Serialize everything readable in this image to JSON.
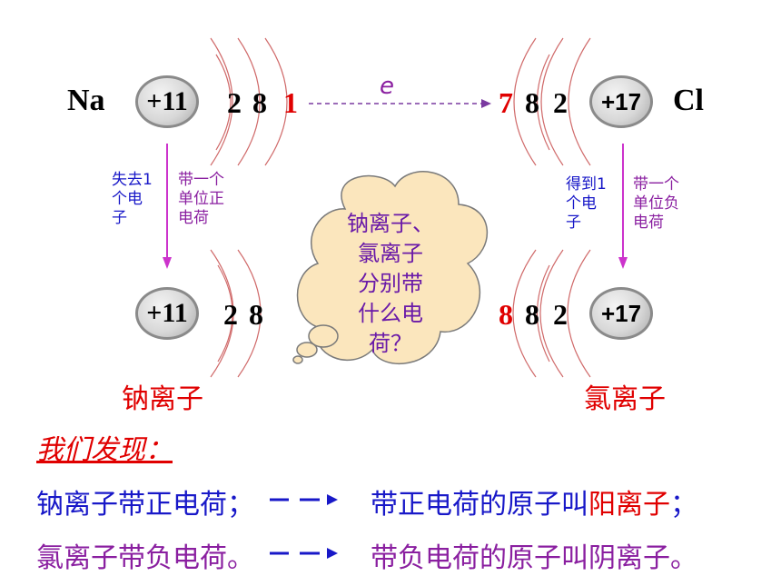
{
  "top": {
    "na_symbol": "Na",
    "na_nucleus": "+11",
    "na_shells": [
      "2",
      "8",
      "1"
    ],
    "electron_label": "e",
    "cl_shells": [
      "7",
      "8",
      "2"
    ],
    "cl_nucleus": "+17",
    "cl_symbol": "Cl"
  },
  "left_notes": {
    "lose": [
      "失去1",
      "个电",
      "子"
    ],
    "charge": [
      "带一个",
      "单位正",
      "电荷"
    ]
  },
  "right_notes": {
    "gain": [
      "得到1",
      "个电",
      "子"
    ],
    "charge": [
      "带一个",
      "单位负",
      "电荷"
    ]
  },
  "bottom": {
    "na_ion_nucleus": "+11",
    "na_ion_shells": [
      "2",
      "8"
    ],
    "cl_ion_shells": [
      "8",
      "8",
      "2"
    ],
    "cl_ion_nucleus": "+17",
    "na_ion_name": "钠离子",
    "cl_ion_name": "氯离子"
  },
  "cloud_lines": [
    "钠离子、",
    "氯离子",
    "分别带",
    "什么电",
    "荷？"
  ],
  "found": "我们发现：",
  "conclusion1": {
    "left": "钠离子带正电荷；",
    "right_a": "带正电荷的原子叫",
    "right_b": "阳离子",
    "right_c": "；"
  },
  "conclusion2": {
    "left": "氯离子带负电荷。",
    "right_a": "带负电荷的原子叫",
    "right_b": "阴离子",
    "right_c": "。"
  },
  "colors": {
    "red": "#e00000",
    "blue": "#1818c8",
    "purple": "#8a1fa0",
    "shell_arc": "#d25a5a"
  }
}
